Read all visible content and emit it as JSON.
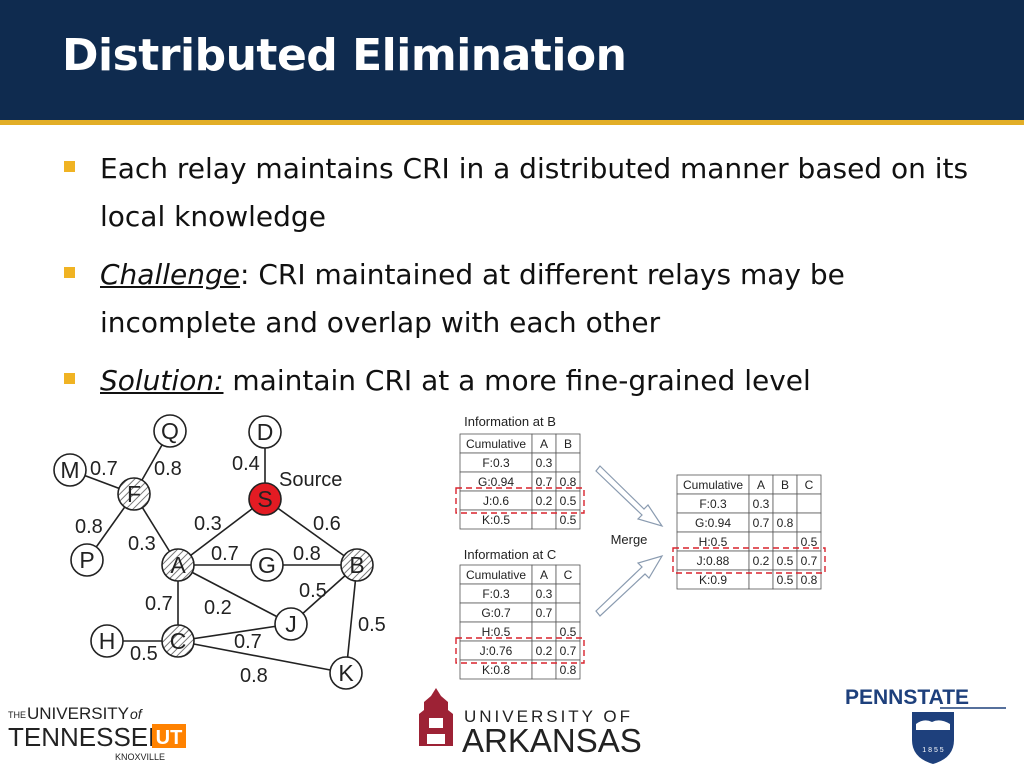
{
  "slide": {
    "title": "Distributed Elimination",
    "bullets": [
      {
        "lead": "",
        "text": "Each relay maintains CRI in a distributed manner based on its local knowledge"
      },
      {
        "lead": "Challenge",
        "text": ": CRI maintained at different relays may be incomplete and overlap with each other"
      },
      {
        "lead": "Solution:",
        "text": " maintain CRI at a more fine-grained level"
      }
    ]
  },
  "graph": {
    "source_label": "Source",
    "nodes": [
      "Q",
      "D",
      "M",
      "F",
      "S",
      "P",
      "A",
      "G",
      "B",
      "J",
      "H",
      "C",
      "K"
    ],
    "edge_weights": {
      "M-F": "0.7",
      "Q-F": "0.8",
      "D-S": "0.4",
      "P-F": "0.8",
      "F-A": "0.3",
      "S-A": "0.3",
      "S-B": "0.6",
      "A-G": "0.7",
      "G-B": "0.8",
      "J-B": "0.5",
      "A-C": "0.7",
      "A-J": "0.2",
      "C-J": "0.7",
      "H-C": "0.5",
      "C-K": "0.8",
      "B-K": "0.5"
    }
  },
  "tables": {
    "merge_label": "Merge",
    "info_b": {
      "caption": "Information at B",
      "headers": [
        "Cumulative",
        "A",
        "B"
      ],
      "rows": [
        [
          "F:0.3",
          "0.3",
          ""
        ],
        [
          "G:0.94",
          "0.7",
          "0.8"
        ],
        [
          "J:0.6",
          "0.2",
          "0.5"
        ],
        [
          "K:0.5",
          "",
          "0.5"
        ]
      ]
    },
    "info_c": {
      "caption": "Information at C",
      "headers": [
        "Cumulative",
        "A",
        "C"
      ],
      "rows": [
        [
          "F:0.3",
          "0.3",
          ""
        ],
        [
          "G:0.7",
          "0.7",
          ""
        ],
        [
          "H:0.5",
          "",
          "0.5"
        ],
        [
          "J:0.76",
          "0.2",
          "0.7"
        ],
        [
          "K:0.8",
          "",
          "0.8"
        ]
      ]
    },
    "merged": {
      "headers": [
        "Cumulative",
        "A",
        "B",
        "C"
      ],
      "rows": [
        [
          "F:0.3",
          "0.3",
          "",
          ""
        ],
        [
          "G:0.94",
          "0.7",
          "0.8",
          ""
        ],
        [
          "H:0.5",
          "",
          "",
          "0.5"
        ],
        [
          "J:0.88",
          "0.2",
          "0.5",
          "0.7"
        ],
        [
          "K:0.9",
          "",
          "0.5",
          "0.8"
        ]
      ]
    }
  },
  "logos": {
    "tennessee_prefix": "THE",
    "tennessee_university": "UNIVERSITY",
    "tennessee_of": "of",
    "tennessee_name": "TENNESSEE",
    "tennessee_mark": "UT",
    "tennessee_campus": "KNOXVILLE",
    "arkansas_top": "UNIVERSITY OF",
    "arkansas_name": "ARKANSAS",
    "pennstate": "PENNSTATE",
    "pennstate_year": "1 8 5 5"
  },
  "colors": {
    "header_bg": "#0f2b4f",
    "accent": "#e2ae27",
    "source_node": "#e31b23",
    "highlight": "#d9232d",
    "arkansas": "#9d2235",
    "penn": "#1e407c"
  }
}
